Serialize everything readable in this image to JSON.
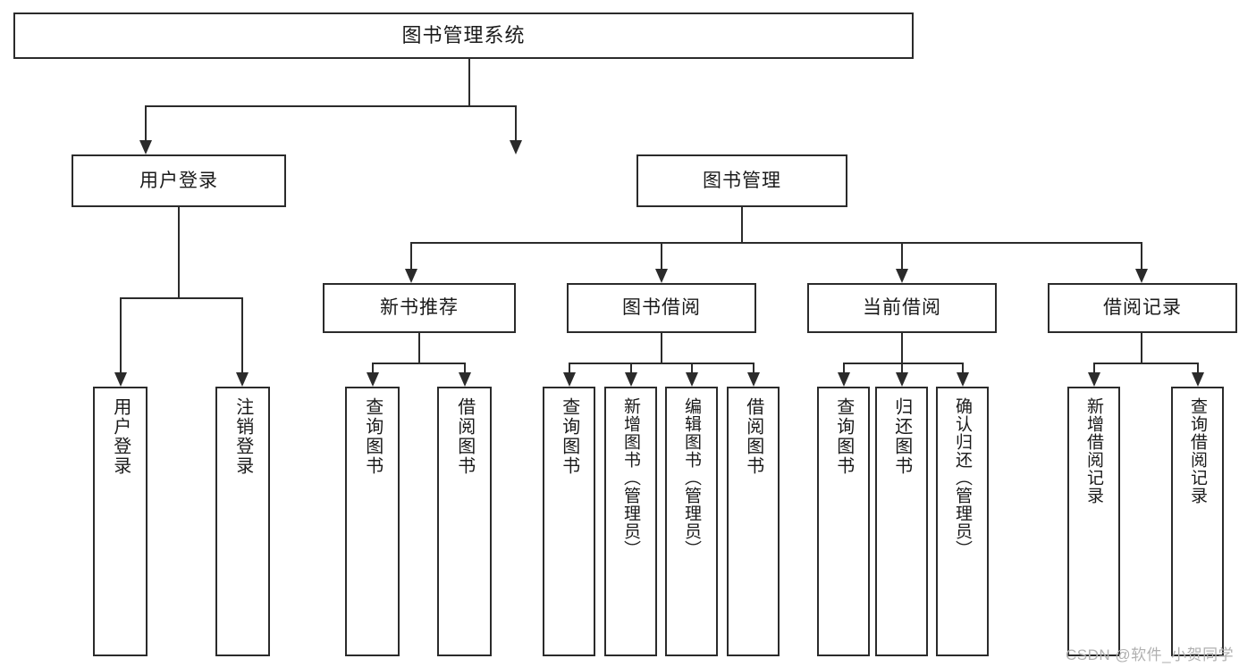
{
  "diagram": {
    "type": "tree-hierarchy-diagram",
    "title": "图书管理系统",
    "root": {
      "id": "root",
      "label": "图书管理系统"
    },
    "level2": [
      {
        "id": "user-login",
        "label": "用户登录"
      },
      {
        "id": "book-management",
        "label": "图书管理"
      }
    ],
    "level3": [
      {
        "id": "new-book-recommend",
        "label": "新书推荐",
        "parent": "book-management"
      },
      {
        "id": "book-borrow",
        "label": "图书借阅",
        "parent": "book-management"
      },
      {
        "id": "current-borrow",
        "label": "当前借阅",
        "parent": "book-management"
      },
      {
        "id": "borrow-record",
        "label": "借阅记录",
        "parent": "book-management"
      }
    ],
    "leaves": {
      "user_login": [
        {
          "id": "leaf-user-login",
          "label": "用户登录"
        },
        {
          "id": "leaf-logout",
          "label": "注销登录"
        }
      ],
      "new_book_recommend": [
        {
          "id": "leaf-query-book-1",
          "label": "查询图书"
        },
        {
          "id": "leaf-borrow-book-1",
          "label": "借阅图书"
        }
      ],
      "book_borrow": [
        {
          "id": "leaf-query-book-2",
          "label": "查询图书"
        },
        {
          "id": "leaf-add-book",
          "label": "新增图书（管理员）"
        },
        {
          "id": "leaf-edit-book",
          "label": "编辑图书（管理员）"
        },
        {
          "id": "leaf-borrow-book-2",
          "label": "借阅图书"
        }
      ],
      "current_borrow": [
        {
          "id": "leaf-query-book-3",
          "label": "查询图书"
        },
        {
          "id": "leaf-return-book",
          "label": "归还图书"
        },
        {
          "id": "leaf-confirm-return",
          "label": "确认归还（管理员）"
        }
      ],
      "borrow_record": [
        {
          "id": "leaf-add-record",
          "label": "新增借阅记录"
        },
        {
          "id": "leaf-query-record",
          "label": "查询借阅记录"
        }
      ]
    },
    "colors": {
      "stroke": "#2b2b2b",
      "fill": "#ffffff",
      "text": "#1a1a1a",
      "watermark": "#b0b0b0"
    }
  },
  "watermark": {
    "text": "CSDN @软件_小贺同学"
  }
}
